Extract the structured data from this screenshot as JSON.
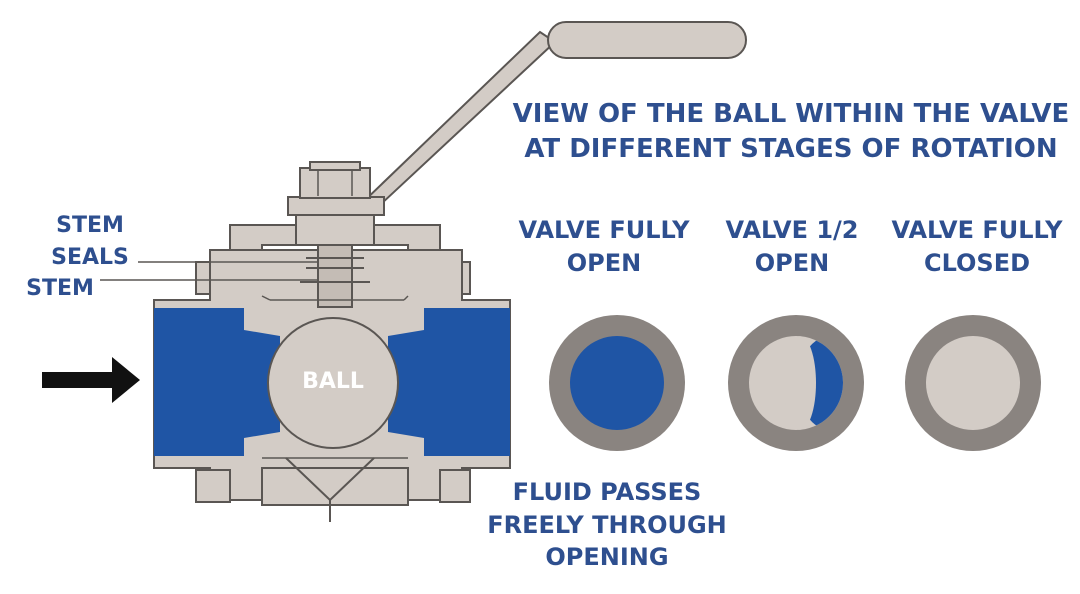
{
  "heading": {
    "line1": "VIEW OF THE BALL WITHIN THE VALVE",
    "line2": "AT DIFFERENT STAGES OF ROTATION"
  },
  "left_labels": {
    "stem_top": "STEM",
    "seals": "SEALS",
    "stem_bottom": "STEM"
  },
  "ball_label": "BALL",
  "fluid_caption": {
    "line1": "FLUID PASSES",
    "line2": "FREELY THROUGH",
    "line3": "OPENING"
  },
  "stages": [
    {
      "title1": "VALVE FULLY",
      "title2": "OPEN",
      "opening": 1.0
    },
    {
      "title1": "VALVE 1/2",
      "title2": "OPEN",
      "opening": 0.5
    },
    {
      "title1": "VALVE FULLY",
      "title2": "CLOSED",
      "opening": 0.0
    }
  ],
  "colors": {
    "text": "#2e4f8f",
    "fluid": "#1f55a5",
    "steel_light": "#d3ccc6",
    "steel_dark": "#8a8480",
    "outline": "#5a5653",
    "arrow": "#111111"
  }
}
